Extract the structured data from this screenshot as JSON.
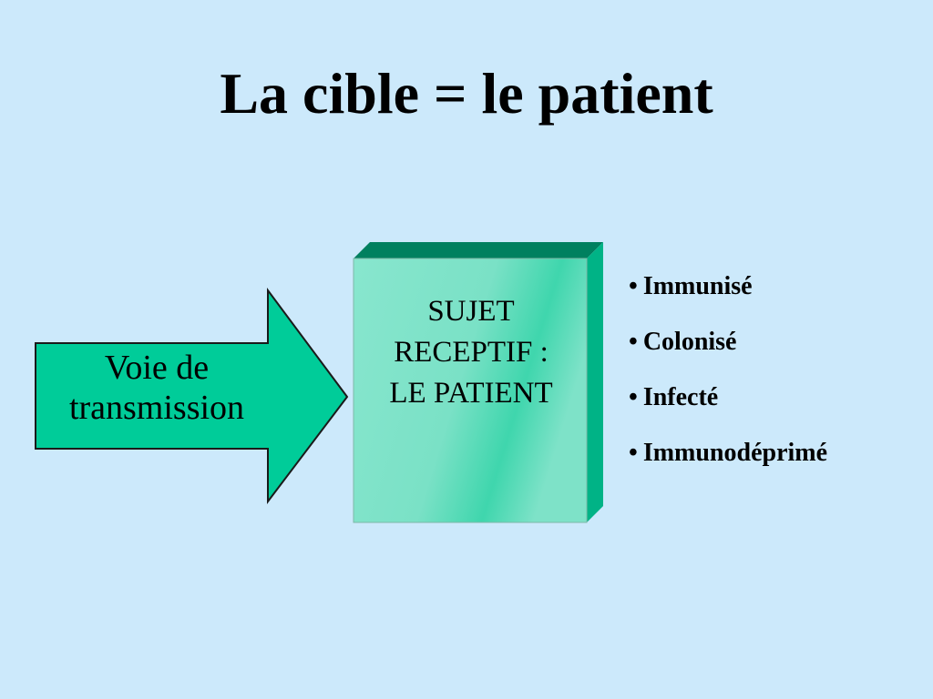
{
  "slide": {
    "title": "La cible = le patient",
    "arrow": {
      "lines": [
        "Voie de",
        "transmission"
      ]
    },
    "box": {
      "lines": [
        "SUJET",
        "RECEPTIF :",
        "LE PATIENT"
      ]
    },
    "bullets": [
      {
        "marker": "•",
        "text": "Immunisé"
      },
      {
        "marker": "•",
        "text": "Colonisé"
      },
      {
        "marker": "•",
        "text": "Infecté"
      },
      {
        "marker": "•",
        "text": "Immunodéprimé"
      }
    ],
    "colors": {
      "background": "#cce9fb",
      "arrow_fill": "#00cc99",
      "box_front_light": "#88e6ce",
      "box_side": "#00b386",
      "box_top": "#00805f"
    }
  }
}
